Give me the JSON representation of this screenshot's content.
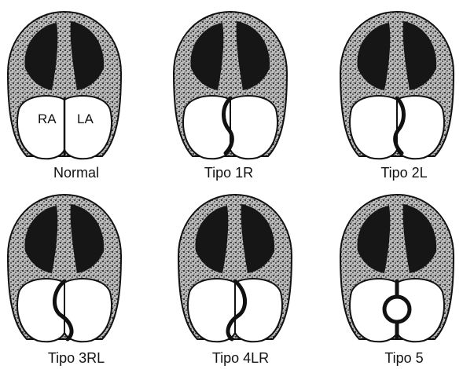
{
  "panels": [
    {
      "caption": "Normal",
      "variant": "normal"
    },
    {
      "caption": "Tipo 1R",
      "variant": "1R"
    },
    {
      "caption": "Tipo 2L",
      "variant": "2L"
    },
    {
      "caption": "Tipo 3RL",
      "variant": "3RL"
    },
    {
      "caption": "Tipo 4LR",
      "variant": "4LR"
    },
    {
      "caption": "Tipo 5",
      "variant": "5"
    }
  ],
  "atrium_labels": {
    "right": "RA",
    "left": "LA"
  },
  "colors": {
    "ink": "#111111",
    "stipple": "#7a7a7a",
    "background": "#ffffff"
  }
}
